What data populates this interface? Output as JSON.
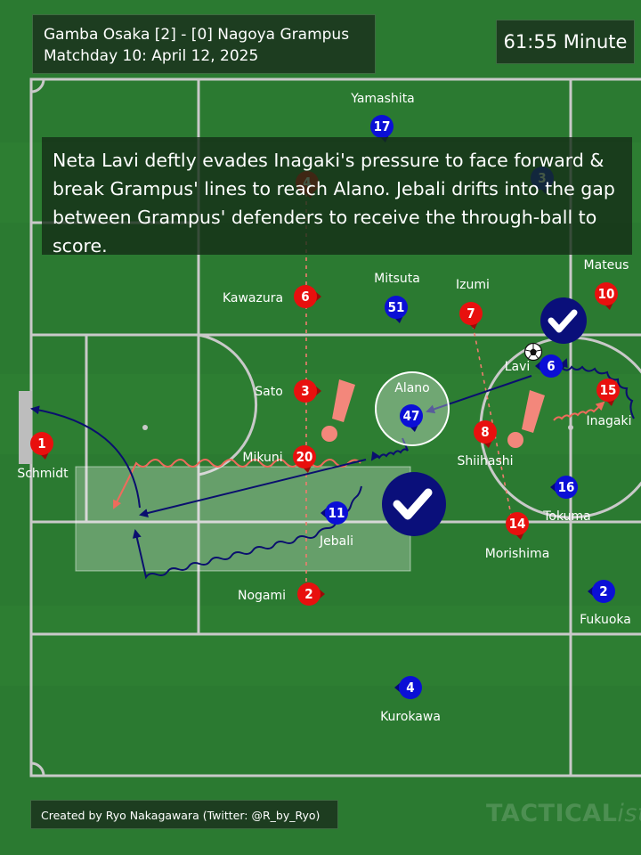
{
  "header": {
    "match": "Gamba Osaka [2] - [0] Nagoya Grampus",
    "matchday": "Matchday 10: April 12, 2025",
    "clock": "61:55 Minute"
  },
  "annotation": "Neta Lavi deftly evades Inagaki's pressure to face forward & break Grampus' lines to reach Alano. Jebali drifts into the gap between Grampus' defenders to receive the through-ball to score.",
  "footer": {
    "credit": "Created by Ryo Nakagawara (Twitter: @R_by_Ryo)",
    "watermark_main": "TACTICAL",
    "watermark_italic": "ista"
  },
  "colors": {
    "pitch": "#2b7a31",
    "pitch_lines": "#c9c9c9",
    "gamba": "#0b0fd6",
    "grampus": "#e8100e",
    "run_arrow": "#0a0f6e",
    "pressure_arrow": "#ef6b5c",
    "check_badge": "#0a0f7a"
  },
  "teams": {
    "gamba": {
      "players": [
        {
          "id": "yamashita",
          "number": "17",
          "name": "Yamashita"
        },
        {
          "id": "mitsuta",
          "number": "51",
          "name": "Mitsuta"
        },
        {
          "id": "lavi",
          "number": "6",
          "name": "Lavi"
        },
        {
          "id": "alano",
          "number": "47",
          "name": "Alano"
        },
        {
          "id": "jebali",
          "number": "11",
          "name": "Jebali"
        },
        {
          "id": "tokuma",
          "number": "16",
          "name": "Tokuma"
        },
        {
          "id": "fukuoka",
          "number": "2",
          "name": "Fukuoka"
        },
        {
          "id": "kurokawa",
          "number": "4",
          "name": "Kurokawa"
        },
        {
          "id": "gamba-hidden",
          "number": "3",
          "name": ""
        }
      ]
    },
    "grampus": {
      "players": [
        {
          "id": "kawazura",
          "number": "6",
          "name": "Kawazura"
        },
        {
          "id": "mateus",
          "number": "10",
          "name": "Mateus"
        },
        {
          "id": "izumi",
          "number": "7",
          "name": "Izumi"
        },
        {
          "id": "sato",
          "number": "3",
          "name": "Sato"
        },
        {
          "id": "inagaki",
          "number": "15",
          "name": "Inagaki"
        },
        {
          "id": "schmidt",
          "number": "1",
          "name": "Schmidt"
        },
        {
          "id": "mikuni",
          "number": "20",
          "name": "Mikuni"
        },
        {
          "id": "shiihashi",
          "number": "8",
          "name": "Shiihashi"
        },
        {
          "id": "morishima",
          "number": "14",
          "name": "Morishima"
        },
        {
          "id": "nogami",
          "number": "2",
          "name": "Nogami"
        },
        {
          "id": "grampus-hidden",
          "number": "4",
          "name": ""
        }
      ]
    }
  }
}
